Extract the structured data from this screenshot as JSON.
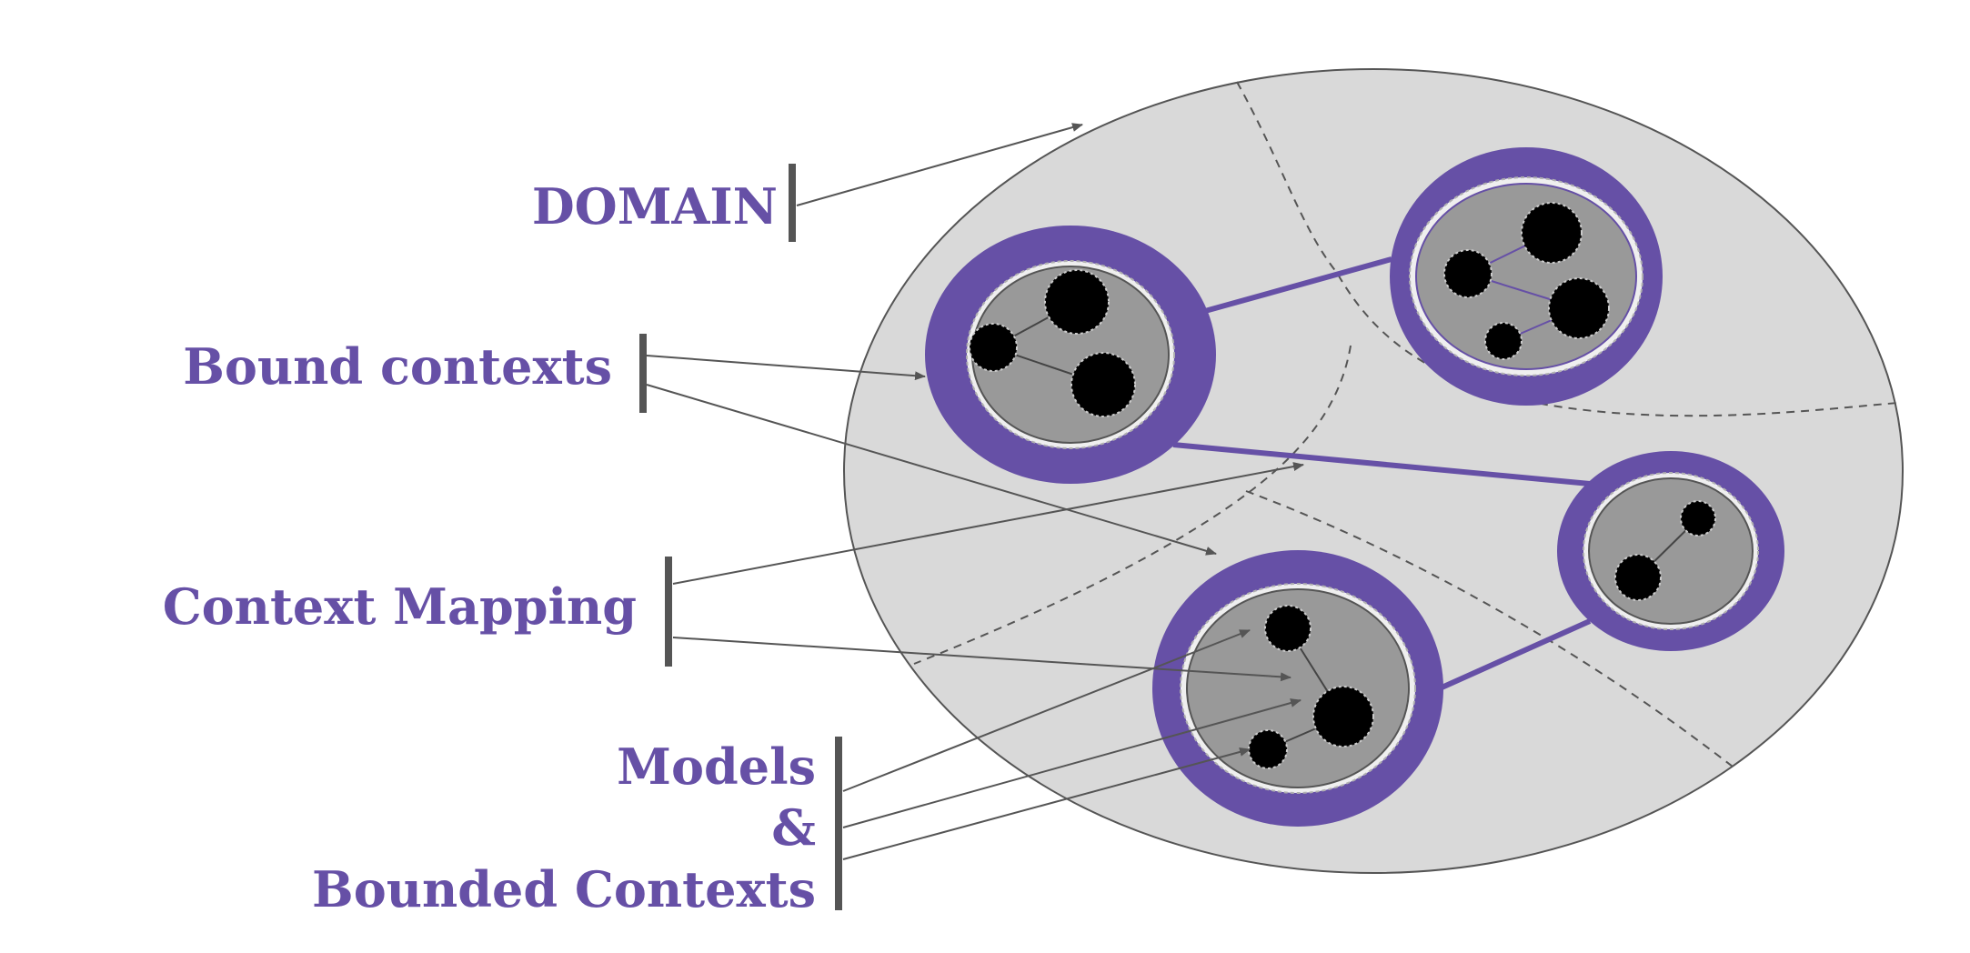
{
  "labels": {
    "domain": "DOMAIN",
    "bound_contexts": "Bound contexts",
    "context_mapping": "Context Mapping",
    "models_line1": "Models",
    "models_line2": "&",
    "models_line3": "Bounded Contexts"
  },
  "colors": {
    "label_purple": "#6650a6",
    "context_ring": "#6650a6",
    "domain_fill": "#d9d9d9",
    "context_inner_fill": "#999999",
    "model_fill": "#000000",
    "arrow": "#555555",
    "bracket": "#555555"
  }
}
